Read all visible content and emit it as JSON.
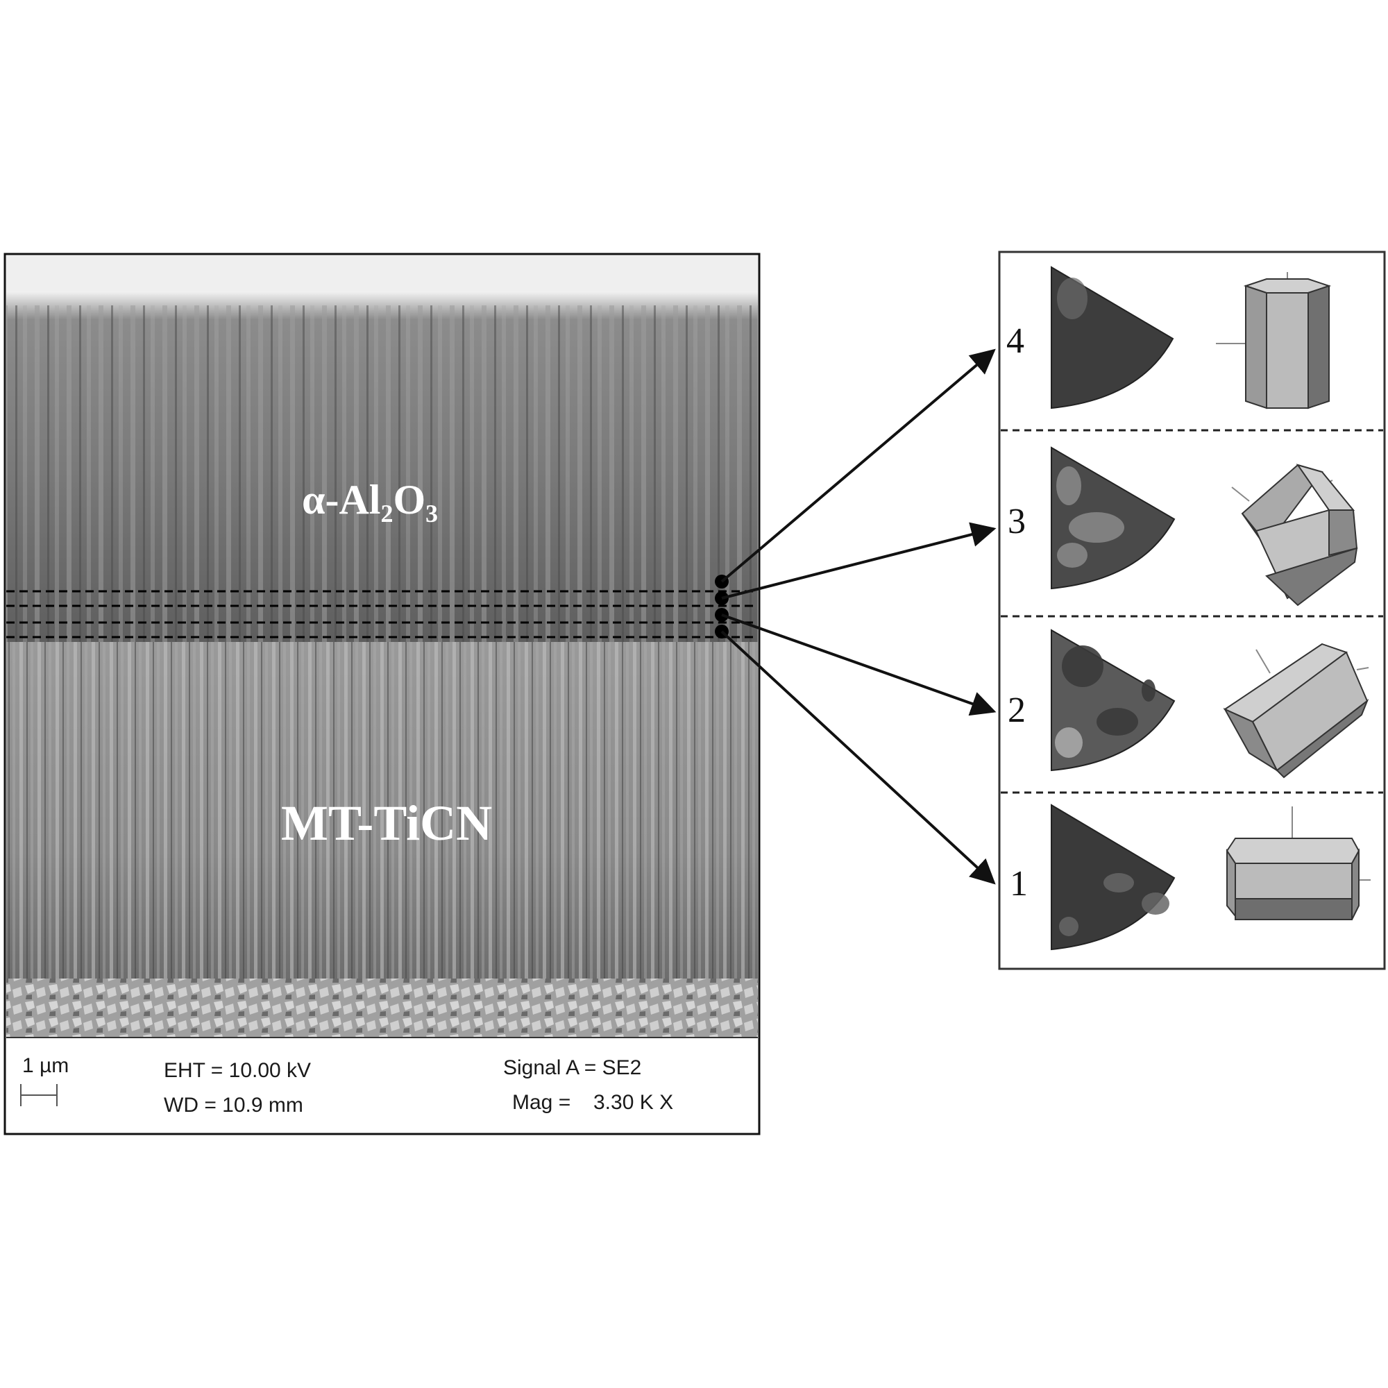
{
  "sem": {
    "layer_top": "α-Al₂O₃",
    "layer_bottom": "MT-TiCN",
    "scale_bar": "1 µm",
    "eht": "EHT = 10.00 kV",
    "wd": "WD = 10.9 mm",
    "signal": "Signal A = SE2",
    "mag_label": "Mag =",
    "mag_value": "3.30 K X"
  },
  "panels": [
    {
      "number": "4"
    },
    {
      "number": "3"
    },
    {
      "number": "2"
    },
    {
      "number": "1"
    }
  ],
  "colors": {
    "frame": "#111111",
    "ipf_dark": "#3a3a3a",
    "crystal_face": "#b4b4b4"
  }
}
